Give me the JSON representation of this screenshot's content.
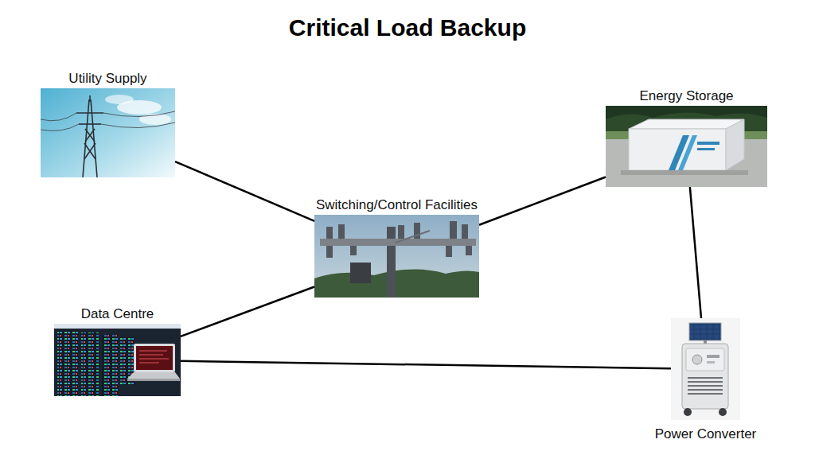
{
  "diagram": {
    "title": "Critical Load Backup",
    "nodes": [
      {
        "text": [
          "Utility Supply"
        ]
      },
      {
        "text": [
          "Energy Storage"
        ]
      },
      {
        "text": [
          "Switching/Control Facilities"
        ]
      },
      {
        "text": [
          "Data Centre"
        ]
      },
      {
        "text": [
          "Power Converter"
        ]
      }
    ],
    "edges": [
      {
        "from": 0,
        "to": 2,
        "arrow": "none"
      },
      {
        "from": 2,
        "to": 1,
        "arrow": "none"
      },
      {
        "from": 3,
        "to": 2,
        "arrow": "none"
      },
      {
        "from": 1,
        "to": 4,
        "arrow": "none"
      },
      {
        "from": 3,
        "to": 4,
        "arrow": "none"
      }
    ]
  }
}
